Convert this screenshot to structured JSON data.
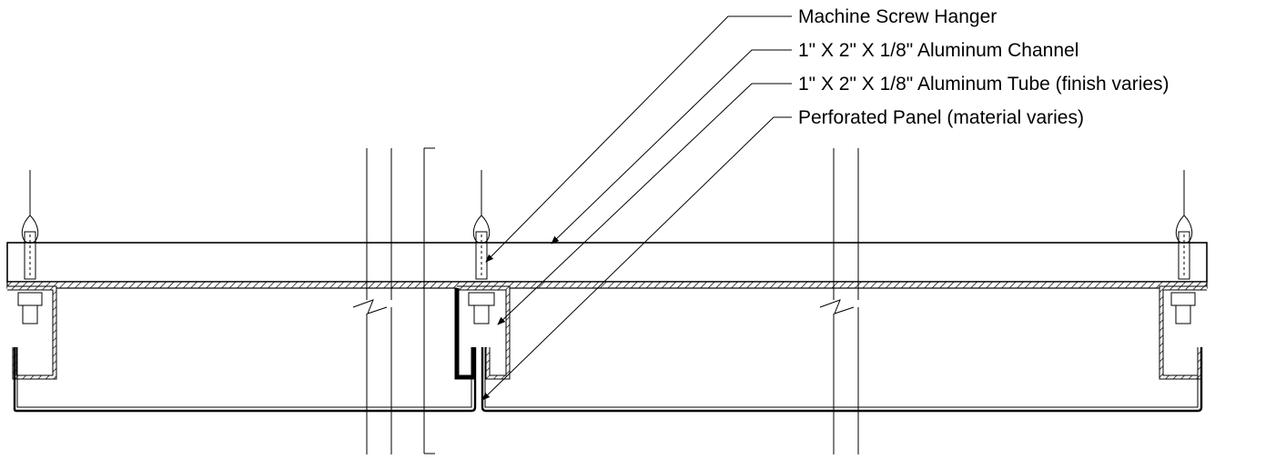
{
  "callouts": [
    {
      "id": "hanger",
      "label": "Machine Screw Hanger"
    },
    {
      "id": "channel",
      "label": "1\" X 2\" X 1/8\" Aluminum Channel"
    },
    {
      "id": "tube",
      "label": "1\" X 2\" X 1/8\" Aluminum Tube (finish varies)"
    },
    {
      "id": "panel",
      "label": "Perforated Panel (material varies)"
    }
  ],
  "colors": {
    "line": "#000000",
    "background": "#ffffff"
  }
}
